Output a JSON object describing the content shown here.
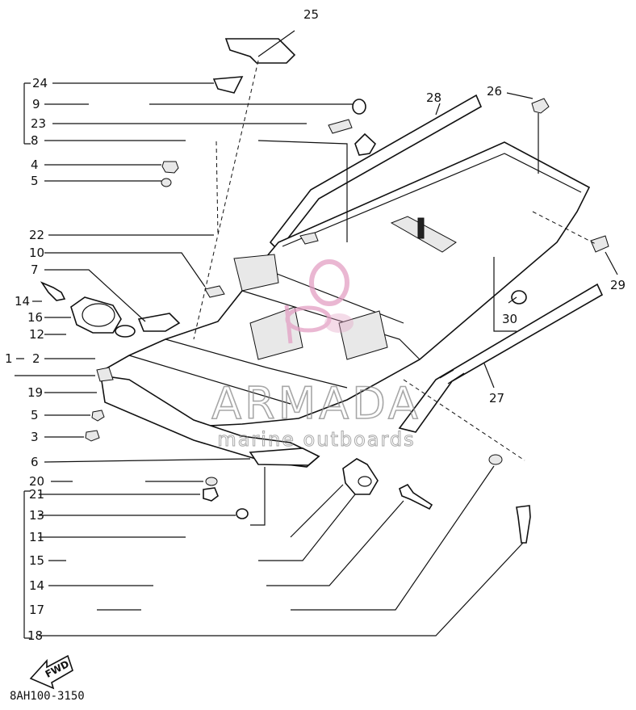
{
  "diagram": {
    "code": "8AH100-3150",
    "fwd_label": "FWD",
    "watermark": {
      "brand": "ARMADA",
      "tagline": "marine outboards"
    },
    "colors": {
      "ink": "#111111",
      "watermark": "#8a8a8a",
      "logo": "#e3a0c4"
    },
    "callouts": [
      {
        "id": "c25",
        "label": "25"
      },
      {
        "id": "c24",
        "label": "24"
      },
      {
        "id": "c9",
        "label": "9"
      },
      {
        "id": "c23",
        "label": "23"
      },
      {
        "id": "c8",
        "label": "8"
      },
      {
        "id": "c4",
        "label": "4"
      },
      {
        "id": "c5a",
        "label": "5"
      },
      {
        "id": "c22",
        "label": "22"
      },
      {
        "id": "c10",
        "label": "10"
      },
      {
        "id": "c7",
        "label": "7"
      },
      {
        "id": "c14a",
        "label": "14"
      },
      {
        "id": "c16",
        "label": "16"
      },
      {
        "id": "c12",
        "label": "12"
      },
      {
        "id": "c1",
        "label": "1"
      },
      {
        "id": "c2",
        "label": "2"
      },
      {
        "id": "c19",
        "label": "19"
      },
      {
        "id": "c5b",
        "label": "5"
      },
      {
        "id": "c3",
        "label": "3"
      },
      {
        "id": "c6",
        "label": "6"
      },
      {
        "id": "c20",
        "label": "20"
      },
      {
        "id": "c21",
        "label": "21"
      },
      {
        "id": "c13",
        "label": "13"
      },
      {
        "id": "c11",
        "label": "11"
      },
      {
        "id": "c15",
        "label": "15"
      },
      {
        "id": "c14b",
        "label": "14"
      },
      {
        "id": "c17",
        "label": "17"
      },
      {
        "id": "c18",
        "label": "18"
      },
      {
        "id": "c28",
        "label": "28"
      },
      {
        "id": "c26",
        "label": "26"
      },
      {
        "id": "c29",
        "label": "29"
      },
      {
        "id": "c30",
        "label": "30"
      },
      {
        "id": "c27",
        "label": "27"
      }
    ]
  }
}
